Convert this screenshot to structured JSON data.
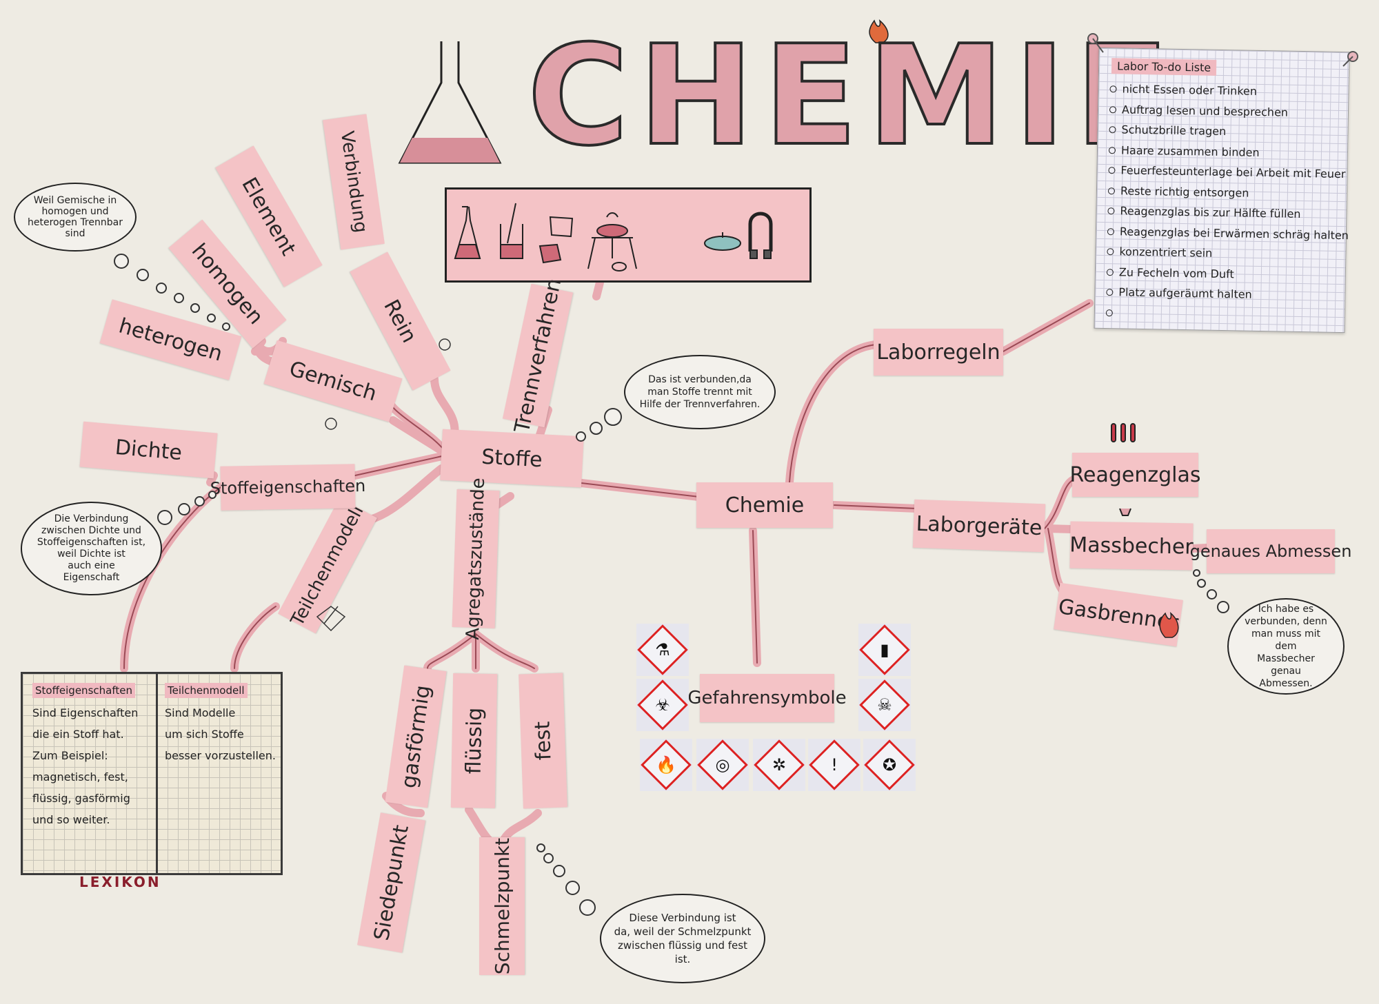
{
  "title": "CHEMIE",
  "center": "Chemie",
  "nodes": {
    "stoffe": "Stoffe",
    "trennverfahren": "Trennverfahren",
    "agregatszustaende": "Agregatszustände",
    "teilchenmodell": "Teilchenmodell",
    "stoffeigenschaften": "Stoffeigenschaften",
    "dichte": "Dichte",
    "gemisch": "Gemisch",
    "rein": "Rein",
    "heterogen": "heterogen",
    "homogen": "homogen",
    "element": "Element",
    "verbindung": "Verbindung",
    "gasfoermig": "gasförmig",
    "fluessig": "flüssig",
    "fest": "fest",
    "siedepunkt": "Siedepunkt",
    "schmelzpunkt": "Schmelzpunkt",
    "laborregeln": "Laborregeln",
    "laborgeraete": "Laborgeräte",
    "reagenzglas": "Reagenzglas",
    "massbecher": "Massbecher",
    "gasbrenner": "Gasbrenner",
    "genaues_abmessen": "genaues Abmessen",
    "gefahrensymbole": "Gefahrensymbole"
  },
  "bubbles": {
    "gemische": "Weil Gemische in\nhomogen und\nheterogen Trennbar\nsind",
    "dichte": "Die Verbindung\nzwischen Dichte und\nStoffeigenschaften ist,\nweil Dichte ist\nauch eine\nEigenschaft",
    "trenn": "Das ist verbunden,da\nman Stoffe trennt mit\nHilfe der Trennverfahren.",
    "massbecher": "Ich habe es\nverbunden, denn\nman muss mit dem\nMassbecher genau\nAbmessen.",
    "schmelzpunkt": "Diese Verbindung ist\nda, weil der Schmelzpunkt\nzwischen flüssig und fest\nist."
  },
  "todo": {
    "title": "Labor To-do Liste",
    "items": [
      "nicht Essen oder Trinken",
      "Auftrag lesen und besprechen",
      "Schutzbrille tragen",
      "Haare zusammen binden",
      "Feuerfesteunterlage bei Arbeit mit Feuer",
      "Reste richtig entsorgen",
      "Reagenzglas bis zur Hälfte füllen",
      "Reagenzglas bei Erwärmen schräg halten",
      "konzentriert sein",
      "Zu Fecheln vom Duft",
      "Platz aufgeräumt halten",
      ""
    ]
  },
  "lexicon": {
    "label": "LEXIKON",
    "left_head": "Stoffeigenschaften",
    "left_lines": [
      "Sind Eigenschaften",
      "die ein Stoff hat.",
      "Zum Beispiel:",
      "magnetisch, fest,",
      "flüssig, gasförmig",
      "und so weiter."
    ],
    "right_head": "Teilchenmodell",
    "right_lines": [
      "Sind Modelle",
      "um sich Stoffe",
      "besser vorzustellen."
    ]
  },
  "colors": {
    "paper": "#eeebe3",
    "note": "#f4c3c6",
    "line": "#e8aab1",
    "title_fill": "#e0a2aa",
    "hazard_border": "#d22222"
  },
  "icons": [
    "erlenmeyer-flask-icon",
    "flame-icon",
    "magnet-icon",
    "test-tubes-icon",
    "beaker-icon",
    "hazard-pictogram-icon"
  ]
}
